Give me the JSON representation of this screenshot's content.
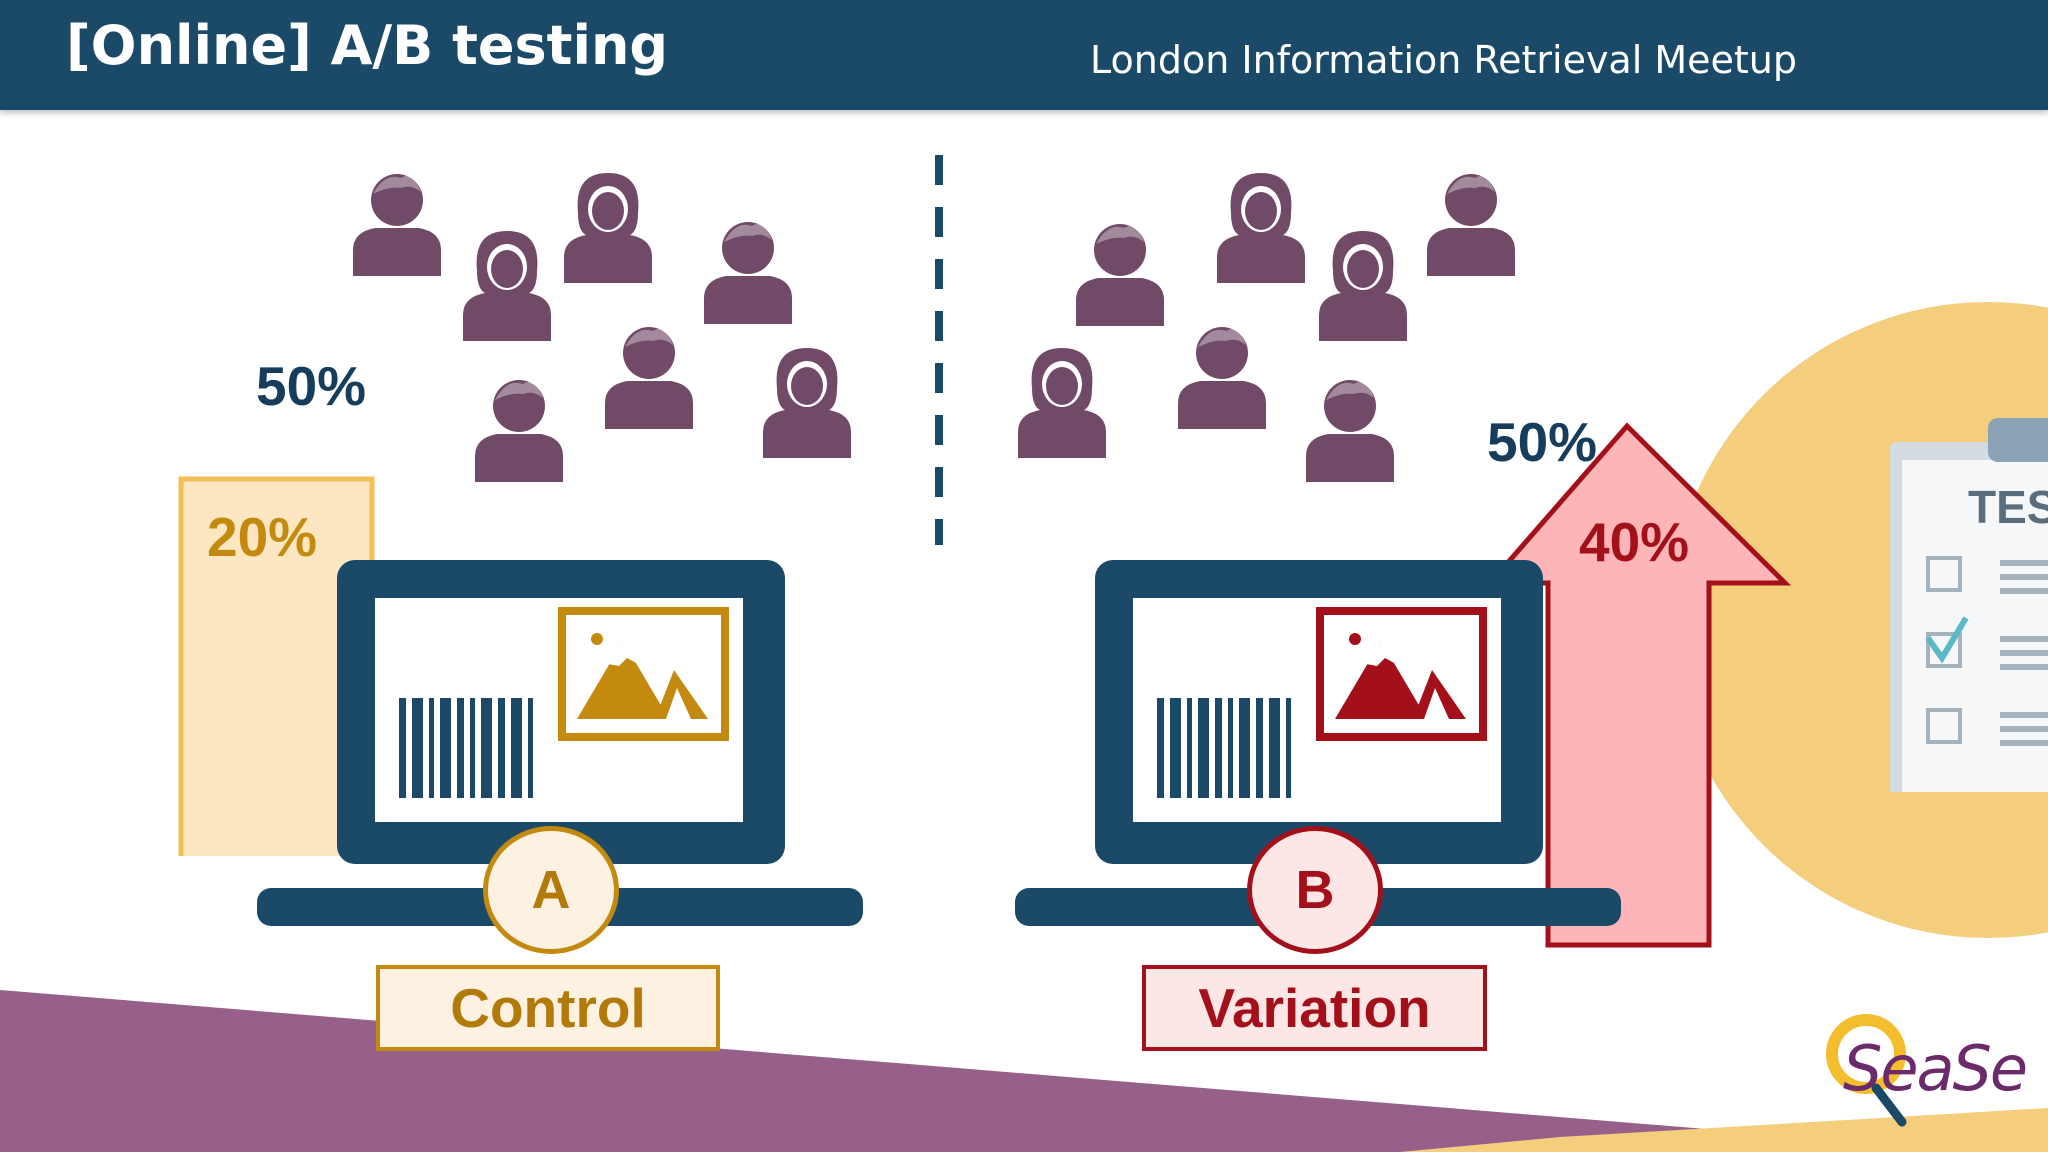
{
  "header": {
    "title": "[Online] A/B testing",
    "subtitle": "London Information Retrieval Meetup"
  },
  "left": {
    "traffic_share": "50%",
    "conversion_rate": "20%",
    "badge": "A",
    "label": "Control",
    "accent_color": "#c48a10"
  },
  "right": {
    "traffic_share": "50%",
    "conversion_rate": "40%",
    "badge": "B",
    "label": "Variation",
    "accent_color": "#a3101a"
  },
  "clipboard": {
    "visible_text": "TES"
  },
  "logo": {
    "text": "SeaSe"
  },
  "colors": {
    "header_bg": "#1b4a68",
    "navy": "#1b4a68",
    "user_icon": "#714a68",
    "purple_band": "#96608a",
    "gold": "#c48a10",
    "red": "#a3101a",
    "circle_bg": "#f4cd7d"
  },
  "icons": [
    "user-male-icon",
    "user-female-icon",
    "laptop-icon",
    "image-icon",
    "barcode-icon",
    "arrow-up-icon",
    "clipboard-checklist-icon",
    "check-icon",
    "magnifier-logo-icon"
  ]
}
